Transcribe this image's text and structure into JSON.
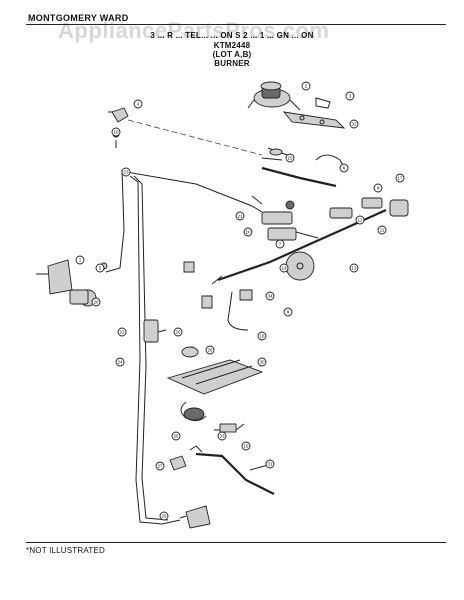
{
  "header": {
    "brand": "MONTGOMERY WARD",
    "watermark": "AppliancePartsPros.com",
    "title_line1": "3 ... R ... TEL... ... ON S 2 ... 1 ... GN ... ON",
    "model": "KTM2448",
    "lot": "(LOT A,B)",
    "section": "BURNER"
  },
  "footer": {
    "note": "*NOT ILLUSTRATED"
  },
  "callouts": [
    {
      "id": "c1",
      "label": "1"
    },
    {
      "id": "c2",
      "label": "2"
    },
    {
      "id": "c3",
      "label": "3"
    },
    {
      "id": "c4",
      "label": "4"
    },
    {
      "id": "c5",
      "label": "5"
    },
    {
      "id": "c6",
      "label": "6"
    },
    {
      "id": "c7",
      "label": "7"
    },
    {
      "id": "c8",
      "label": "8"
    },
    {
      "id": "c9",
      "label": "9"
    },
    {
      "id": "c10",
      "label": "10"
    },
    {
      "id": "c11",
      "label": "11"
    },
    {
      "id": "c12",
      "label": "12"
    },
    {
      "id": "c13",
      "label": "13"
    },
    {
      "id": "c14",
      "label": "14"
    },
    {
      "id": "c15",
      "label": "15"
    },
    {
      "id": "c16",
      "label": "16"
    },
    {
      "id": "c17",
      "label": "17"
    },
    {
      "id": "c18",
      "label": "18"
    },
    {
      "id": "c19",
      "label": "19"
    },
    {
      "id": "c20",
      "label": "20"
    },
    {
      "id": "c21",
      "label": "21"
    },
    {
      "id": "c22",
      "label": "22"
    },
    {
      "id": "c23",
      "label": "23"
    },
    {
      "id": "c24",
      "label": "24"
    },
    {
      "id": "c25",
      "label": "25"
    },
    {
      "id": "c26",
      "label": "26"
    },
    {
      "id": "c27",
      "label": "27"
    },
    {
      "id": "c28",
      "label": "28"
    },
    {
      "id": "c29",
      "label": "29"
    },
    {
      "id": "c30",
      "label": "30"
    },
    {
      "id": "c31",
      "label": "31"
    },
    {
      "id": "c32",
      "label": "32"
    },
    {
      "id": "c33",
      "label": "33"
    },
    {
      "id": "c34",
      "label": "34"
    }
  ]
}
